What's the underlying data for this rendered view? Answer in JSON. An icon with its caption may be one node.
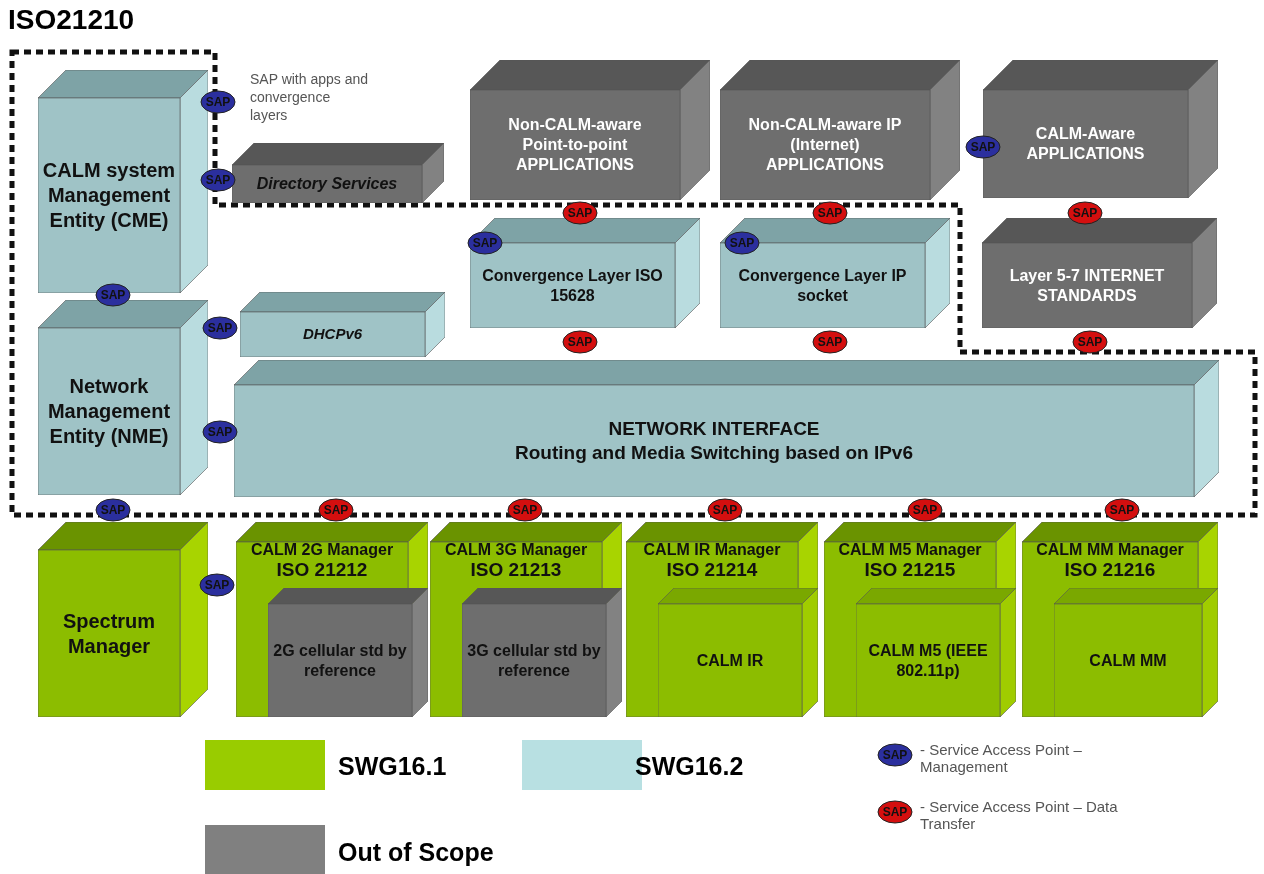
{
  "diagram": {
    "title": "ISO21210",
    "nodes": [
      {
        "text": [
          "CALM system Management Entity (CME)"
        ]
      },
      {
        "text": [
          "SAP"
        ]
      },
      {
        "text": [
          "SAP"
        ]
      },
      {
        "text": [
          "Directory Services"
        ]
      },
      {
        "text": [
          "Non-CALM-aware Point-to-point APPLICATIONS"
        ]
      },
      {
        "text": [
          "Non-CALM-aware IP (Internet) APPLICATIONS"
        ]
      },
      {
        "text": [
          "SAP"
        ]
      },
      {
        "text": [
          "CALM-Aware APPLICATIONS"
        ]
      },
      {
        "text": [
          "SAP"
        ]
      },
      {
        "text": [
          "SAP"
        ]
      },
      {
        "text": [
          "SAP"
        ]
      },
      {
        "text": [
          "SAP"
        ]
      },
      {
        "text": [
          "Convergence Layer ISO 15628"
        ]
      },
      {
        "text": [
          "SAP"
        ]
      },
      {
        "text": [
          "Convergence Layer IP socket"
        ]
      },
      {
        "text": [
          "Layer 5-7 INTERNET STANDARDS"
        ]
      },
      {
        "text": [
          "SAP"
        ]
      },
      {
        "text": [
          "Network Management Entity (NME)"
        ]
      },
      {
        "text": [
          "SAP"
        ]
      },
      {
        "text": [
          "DHCPv6"
        ]
      },
      {
        "text": [
          "SAP"
        ]
      },
      {
        "text": [
          "SAP"
        ]
      },
      {
        "text": [
          "SAP"
        ]
      },
      {
        "text": [
          "SAP"
        ]
      },
      {
        "text": [
          "NETWORK INTERFACE",
          "Routing and Media Switching based on IPv6"
        ]
      },
      {
        "text": [
          "SAP"
        ]
      },
      {
        "text": [
          "SAP"
        ]
      },
      {
        "text": [
          "SAP"
        ]
      },
      {
        "text": [
          "SAP"
        ]
      },
      {
        "text": [
          "SAP"
        ]
      },
      {
        "text": [
          "SAP"
        ]
      },
      {
        "text": [
          "Spectrum Manager"
        ]
      },
      {
        "text": [
          "SAP"
        ]
      },
      {
        "text": [
          "CALM 2G Manager",
          "ISO 21212"
        ]
      },
      {
        "text": [
          "2G cellular std by reference"
        ],
        "in": 33
      },
      {
        "text": [
          "CALM 3G Manager",
          "ISO 21213"
        ]
      },
      {
        "text": [
          "3G cellular std by reference"
        ],
        "in": 35
      },
      {
        "text": [
          "CALM IR Manager",
          "ISO 21214"
        ]
      },
      {
        "text": [
          "CALM IR"
        ],
        "in": 37
      },
      {
        "text": [
          "CALM M5 Manager",
          "ISO 21215"
        ]
      },
      {
        "text": [
          "CALM M5 (IEEE 802.11p)"
        ],
        "in": 39
      },
      {
        "text": [
          "CALM MM Manager",
          "ISO 21216"
        ]
      },
      {
        "text": [
          "CALM MM"
        ],
        "in": 41
      }
    ],
    "labels": [
      "SAP with apps and convergence layers",
      "SAP",
      "SAP"
    ],
    "legend": [
      {
        "text": "SWG16.1",
        "color": "#99cc00"
      },
      {
        "text": "SWG16.2",
        "color": "#b8e0e2"
      },
      {
        "text": "Out of Scope",
        "color": "#808080"
      },
      {
        "text": "- Service Access Point – Management"
      },
      {
        "text": "- Service Access Point – Data Transfer"
      }
    ]
  }
}
